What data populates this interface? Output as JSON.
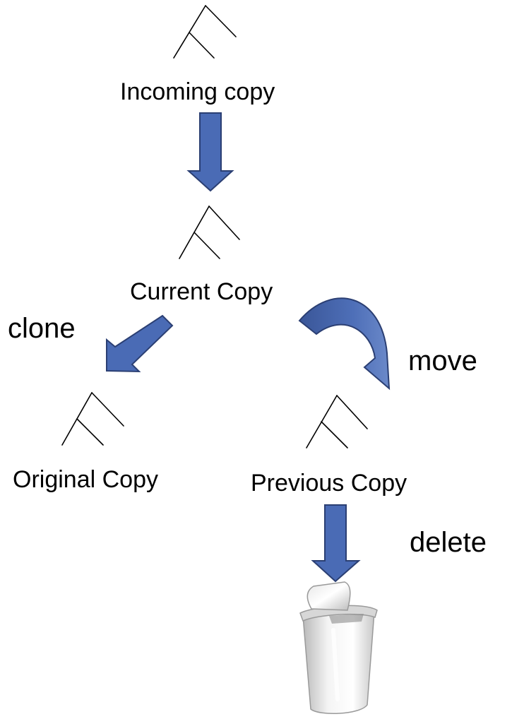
{
  "diagram": {
    "nodes": {
      "incoming": {
        "label": "Incoming copy",
        "icon": "tree-icon"
      },
      "current": {
        "label": "Current Copy",
        "icon": "tree-icon"
      },
      "original": {
        "label": "Original Copy",
        "icon": "tree-icon"
      },
      "previous": {
        "label": "Previous Copy",
        "icon": "tree-icon"
      },
      "trash": {
        "icon": "trash-can-icon"
      }
    },
    "actions": {
      "clone": "clone",
      "move": "move",
      "delete": "delete"
    },
    "edges": [
      {
        "from": "incoming",
        "to": "current",
        "label": ""
      },
      {
        "from": "current",
        "to": "original",
        "label": "clone"
      },
      {
        "from": "current",
        "to": "previous",
        "label": "move"
      },
      {
        "from": "previous",
        "to": "trash",
        "label": "delete"
      }
    ],
    "colors": {
      "arrow_fill": "#4a6bb5",
      "arrow_stroke": "#2b3f73",
      "text": "#000000"
    }
  }
}
